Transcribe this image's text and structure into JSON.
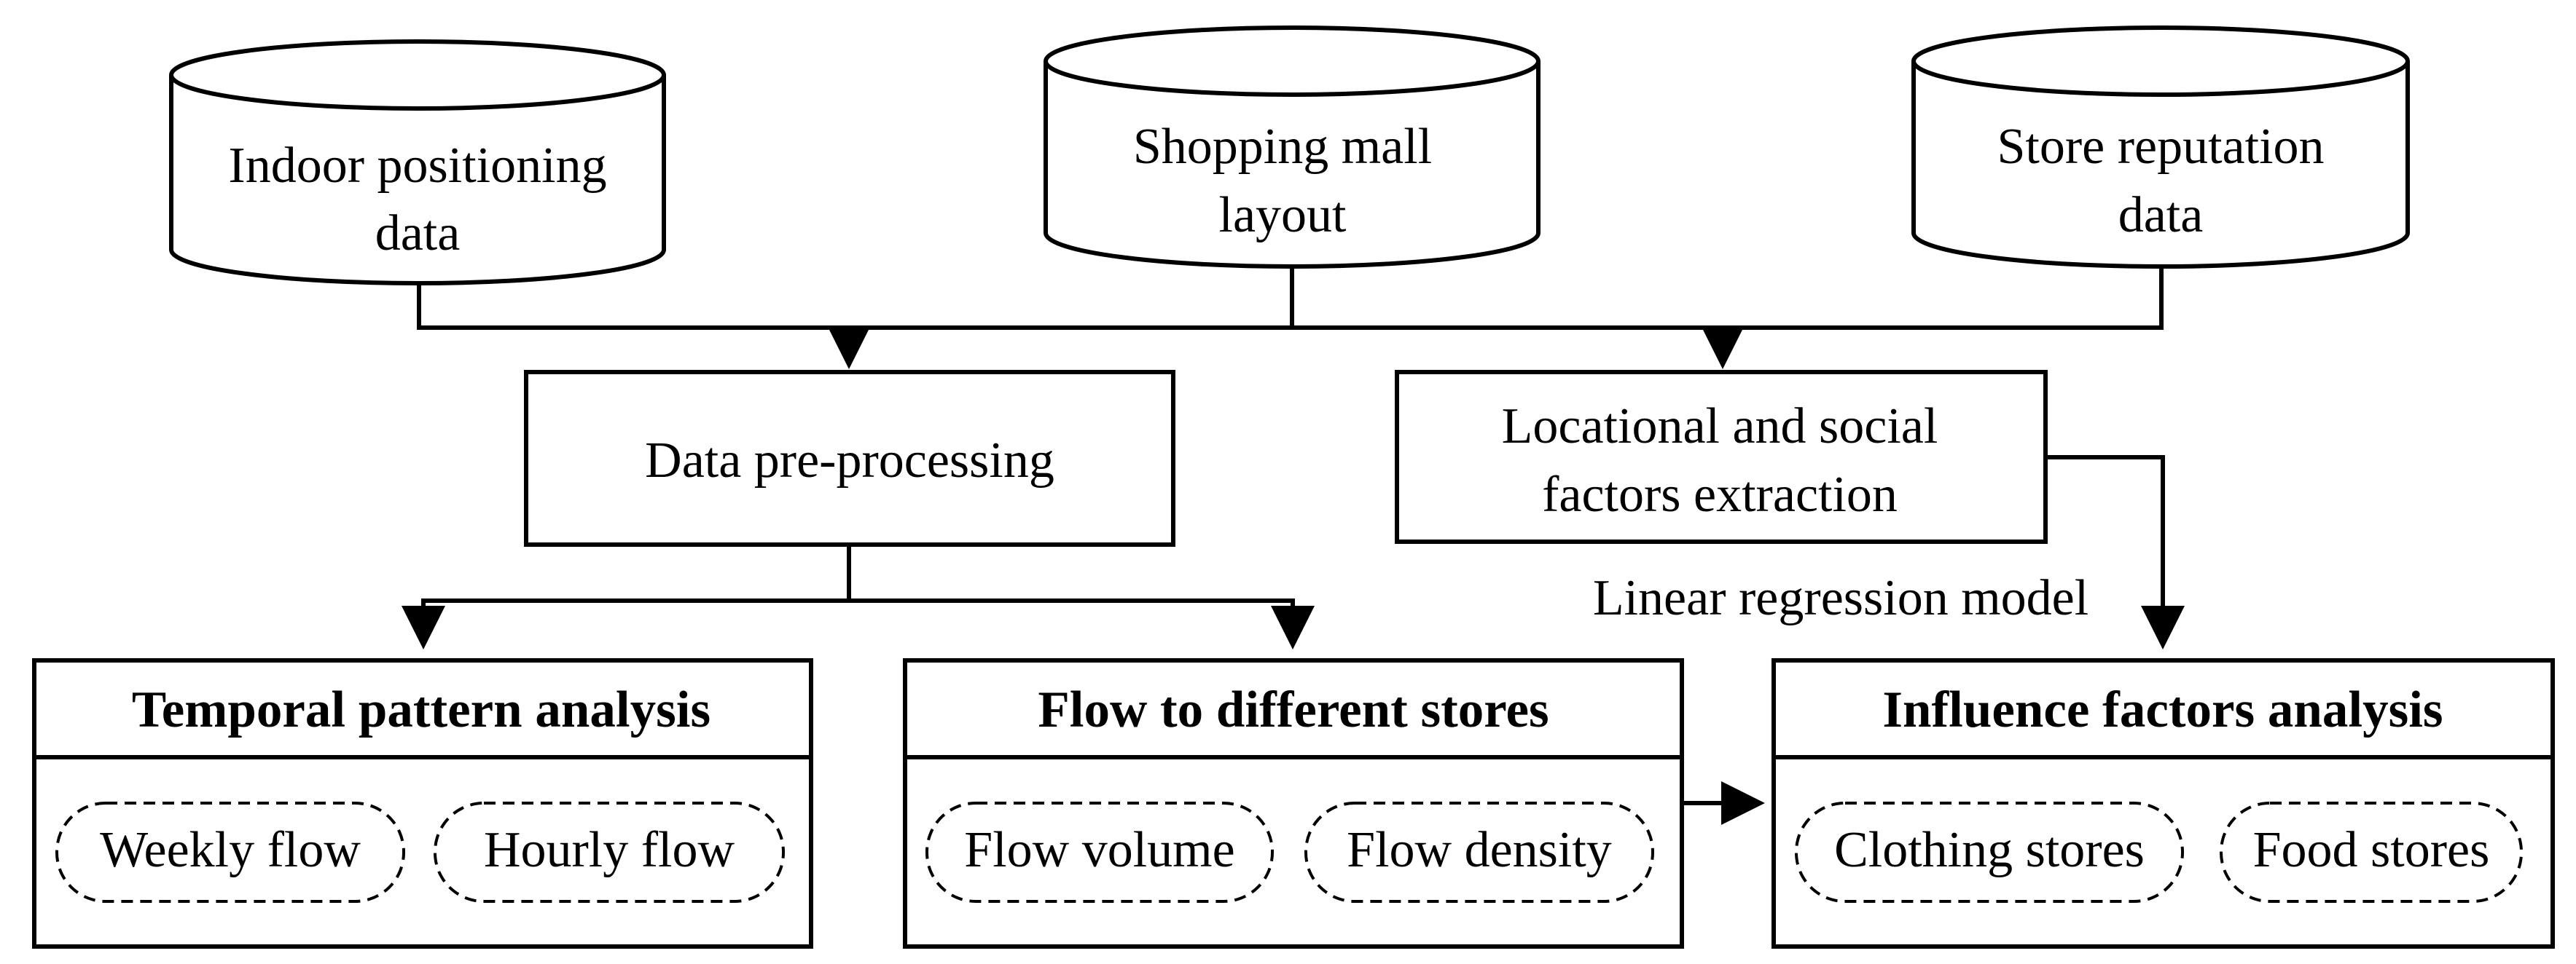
{
  "sources": {
    "indoor_positioning": {
      "line1": "Indoor positioning",
      "line2": "data"
    },
    "mall_layout": {
      "line1": "Shopping mall",
      "line2": "layout"
    },
    "store_reputation": {
      "line1": "Store reputation",
      "line2": "data"
    }
  },
  "processes": {
    "preprocessing": {
      "label": "Data pre-processing"
    },
    "factor_extraction": {
      "line1": "Locational and social",
      "line2": "factors extraction"
    }
  },
  "edge_label": "Linear regression model",
  "analyses": {
    "temporal": {
      "title": "Temporal pattern analysis",
      "items": [
        "Weekly flow",
        "Hourly flow"
      ]
    },
    "flow_stores": {
      "title": "Flow to different stores",
      "items": [
        "Flow volume",
        "Flow density"
      ]
    },
    "influence": {
      "title": "Influence factors analysis",
      "items": [
        "Clothing stores",
        "Food stores"
      ]
    }
  },
  "colors": {
    "stroke": "#000000",
    "background": "#ffffff"
  }
}
